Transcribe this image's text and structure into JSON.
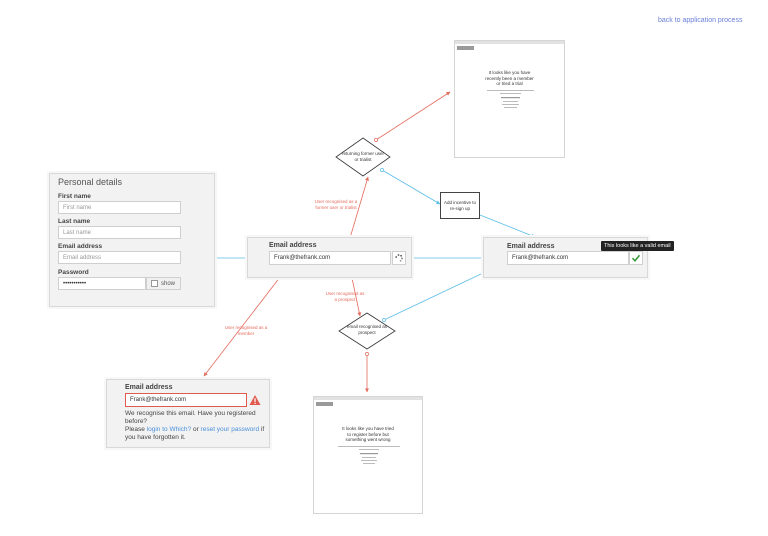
{
  "header": {
    "back_link": "back to application process"
  },
  "personal_details": {
    "title": "Personal details",
    "first_name_label": "First name",
    "first_name_placeholder": "First name",
    "last_name_label": "Last name",
    "last_name_placeholder": "Last name",
    "email_label": "Email address",
    "email_placeholder": "Email address",
    "password_label": "Password",
    "password_value": "•••••••••••",
    "show_label": "show"
  },
  "email_checking": {
    "label": "Email address",
    "value": "Frank@thefrank.com"
  },
  "email_valid": {
    "label": "Email address",
    "value": "Frank@thefrank.com",
    "tooltip": "This looks like a valid email"
  },
  "email_member": {
    "label": "Email address",
    "value": "Frank@thefrank.com",
    "message_1": "We recognise this email. Have you registered before?",
    "message_2": "Please",
    "login_link": "login to Which?",
    "or": "or",
    "reset_link": "reset your password",
    "message_3": "if you have forgotten it."
  },
  "decisions": {
    "returning": "returning former user or trialist",
    "prospect": "email recognised as prospect",
    "incentive": "Add incentive to re-sign up"
  },
  "edge_labels": {
    "former": "User recognised as a former user or trialist",
    "prospect": "User recognised as a prospect",
    "member": "User recognised as a member"
  },
  "card_member": {
    "heading_1": "It looks like you have",
    "heading_2": "recently been a member",
    "heading_3": "or tried a trial"
  },
  "card_prospect": {
    "heading_1": "It looks like you have tried",
    "heading_2": "to register before but",
    "heading_3": "something went wrong"
  },
  "colors": {
    "red": "#e46a5c",
    "blue": "#5bbde8",
    "link": "#4a90d9",
    "check": "#3c9a3c"
  }
}
